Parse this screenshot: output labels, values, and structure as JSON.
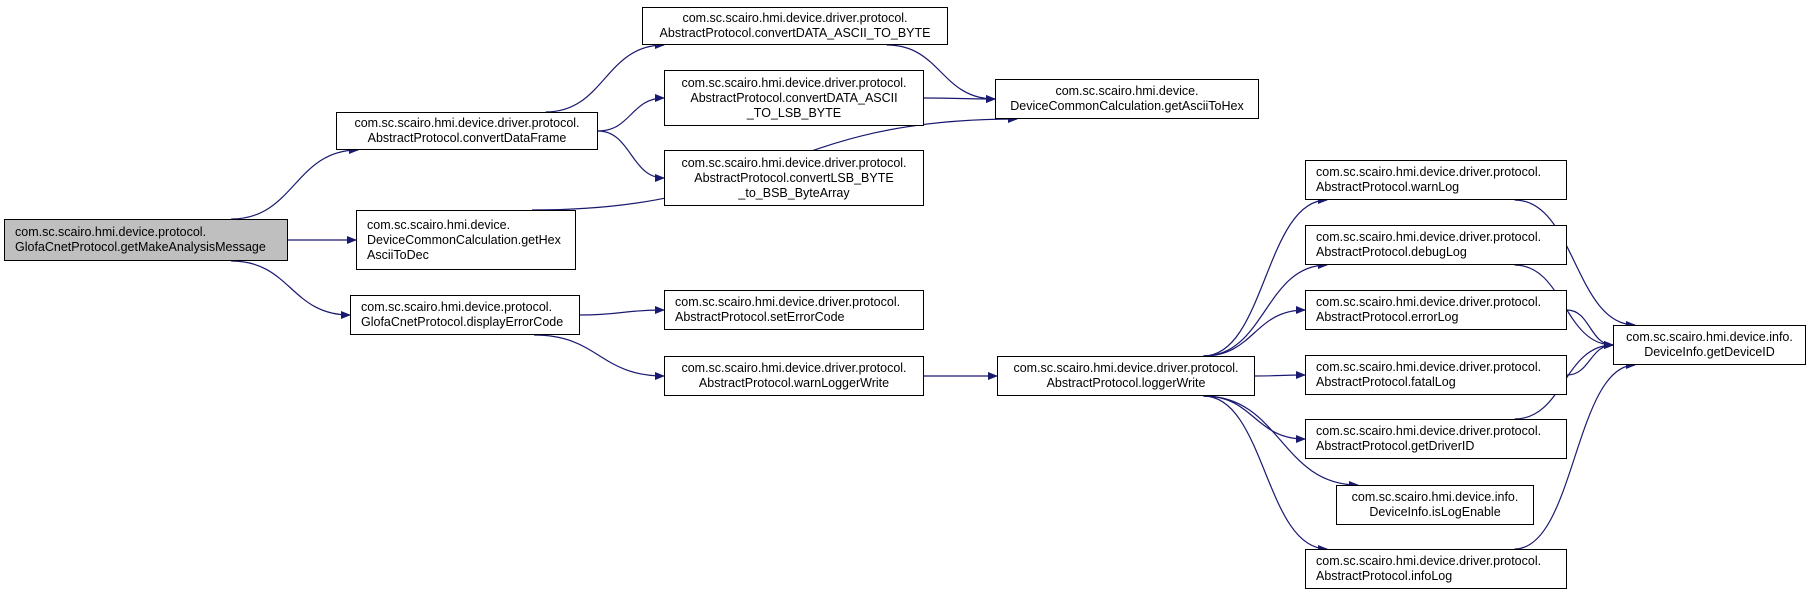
{
  "colors": {
    "edge": "#191970",
    "border": "#000000",
    "root_fill": "#bfbfbf",
    "node_fill": "#ffffff"
  },
  "nodes": {
    "root": {
      "line1": "com.sc.scairo.hmi.device.protocol.",
      "line2": "GlofaCnetProtocol.getMakeAnalysisMessage"
    },
    "convertDataFrame": {
      "line1": "com.sc.scairo.hmi.device.driver.protocol.",
      "line2": "AbstractProtocol.convertDataFrame"
    },
    "getHexAsciiToDec": {
      "line1": "com.sc.scairo.hmi.device.",
      "line2": "DeviceCommonCalculation.getHex",
      "line3": "AsciiToDec"
    },
    "displayErrorCode": {
      "line1": "com.sc.scairo.hmi.device.protocol.",
      "line2": "GlofaCnetProtocol.displayErrorCode"
    },
    "convertDataAsciiToByte": {
      "line1": "com.sc.scairo.hmi.device.driver.protocol.",
      "line2": "AbstractProtocol.convertDATA_ASCII_TO_BYTE"
    },
    "convertDataAsciiToLsbByte": {
      "line1": "com.sc.scairo.hmi.device.driver.protocol.",
      "line2": "AbstractProtocol.convertDATA_ASCII",
      "line3": "_TO_LSB_BYTE"
    },
    "convertLsbByteToBsb": {
      "line1": "com.sc.scairo.hmi.device.driver.protocol.",
      "line2": "AbstractProtocol.convertLSB_BYTE",
      "line3": "_to_BSB_ByteArray"
    },
    "setErrorCode": {
      "line1": "com.sc.scairo.hmi.device.driver.protocol.",
      "line2": "AbstractProtocol.setErrorCode"
    },
    "warnLoggerWrite": {
      "line1": "com.sc.scairo.hmi.device.driver.protocol.",
      "line2": "AbstractProtocol.warnLoggerWrite"
    },
    "getAsciiToHex": {
      "line1": "com.sc.scairo.hmi.device.",
      "line2": "DeviceCommonCalculation.getAsciiToHex"
    },
    "loggerWrite": {
      "line1": "com.sc.scairo.hmi.device.driver.protocol.",
      "line2": "AbstractProtocol.loggerWrite"
    },
    "warnLog": {
      "line1": "com.sc.scairo.hmi.device.driver.protocol.",
      "line2": "AbstractProtocol.warnLog"
    },
    "debugLog": {
      "line1": "com.sc.scairo.hmi.device.driver.protocol.",
      "line2": "AbstractProtocol.debugLog"
    },
    "errorLog": {
      "line1": "com.sc.scairo.hmi.device.driver.protocol.",
      "line2": "AbstractProtocol.errorLog"
    },
    "fatalLog": {
      "line1": "com.sc.scairo.hmi.device.driver.protocol.",
      "line2": "AbstractProtocol.fatalLog"
    },
    "getDriverID": {
      "line1": "com.sc.scairo.hmi.device.driver.protocol.",
      "line2": "AbstractProtocol.getDriverID"
    },
    "isLogEnable": {
      "line1": "com.sc.scairo.hmi.device.info.",
      "line2": "DeviceInfo.isLogEnable"
    },
    "infoLog": {
      "line1": "com.sc.scairo.hmi.device.driver.protocol.",
      "line2": "AbstractProtocol.infoLog"
    },
    "getDeviceID": {
      "line1": "com.sc.scairo.hmi.device.info.",
      "line2": "DeviceInfo.getDeviceID"
    }
  },
  "edges": [
    [
      "root",
      "convertDataFrame"
    ],
    [
      "root",
      "getHexAsciiToDec"
    ],
    [
      "root",
      "displayErrorCode"
    ],
    [
      "convertDataFrame",
      "convertDataAsciiToByte"
    ],
    [
      "convertDataFrame",
      "convertDataAsciiToLsbByte"
    ],
    [
      "convertDataFrame",
      "convertLsbByteToBsb"
    ],
    [
      "convertDataAsciiToByte",
      "getAsciiToHex"
    ],
    [
      "convertDataAsciiToLsbByte",
      "getAsciiToHex"
    ],
    [
      "getHexAsciiToDec",
      "getAsciiToHex"
    ],
    [
      "displayErrorCode",
      "setErrorCode"
    ],
    [
      "displayErrorCode",
      "warnLoggerWrite"
    ],
    [
      "warnLoggerWrite",
      "loggerWrite"
    ],
    [
      "loggerWrite",
      "warnLog"
    ],
    [
      "loggerWrite",
      "debugLog"
    ],
    [
      "loggerWrite",
      "errorLog"
    ],
    [
      "loggerWrite",
      "fatalLog"
    ],
    [
      "loggerWrite",
      "getDriverID"
    ],
    [
      "loggerWrite",
      "isLogEnable"
    ],
    [
      "loggerWrite",
      "infoLog"
    ],
    [
      "warnLog",
      "getDeviceID"
    ],
    [
      "debugLog",
      "getDeviceID"
    ],
    [
      "errorLog",
      "getDeviceID"
    ],
    [
      "fatalLog",
      "getDeviceID"
    ],
    [
      "getDriverID",
      "getDeviceID"
    ],
    [
      "infoLog",
      "getDeviceID"
    ]
  ]
}
